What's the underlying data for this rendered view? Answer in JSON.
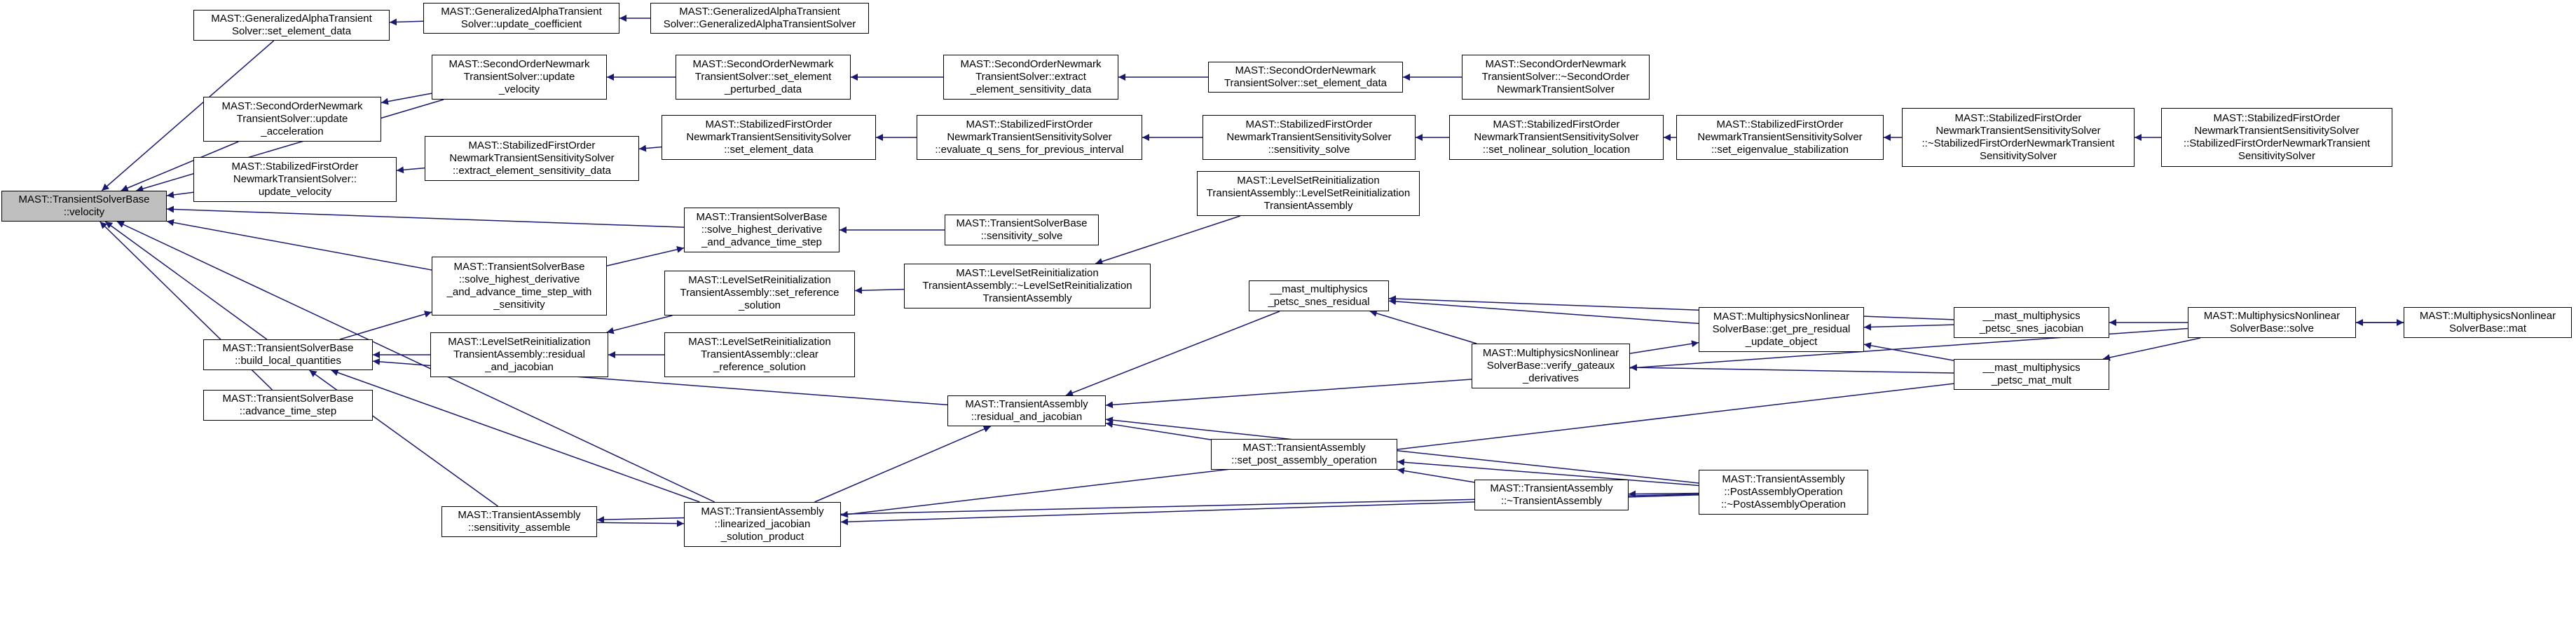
{
  "colors": {
    "edge": "#191970",
    "highlight": "#bfbfbf",
    "border": "#000000"
  },
  "nodes": [
    {
      "id": "tsb_velocity",
      "label": "MAST::TransientSolverBase\n::velocity",
      "highlight": true
    },
    {
      "id": "ga_set_element",
      "label": "MAST::GeneralizedAlphaTransient\nSolver::set_element_data"
    },
    {
      "id": "ga_update_coef",
      "label": "MAST::GeneralizedAlphaTransient\nSolver::update_coefficient"
    },
    {
      "id": "ga_ctor",
      "label": "MAST::GeneralizedAlphaTransient\nSolver::GeneralizedAlphaTransientSolver"
    },
    {
      "id": "sonew_update_vel",
      "label": "MAST::SecondOrderNewmark\nTransientSolver::update\n_velocity"
    },
    {
      "id": "sonew_set_pert",
      "label": "MAST::SecondOrderNewmark\nTransientSolver::set_element\n_perturbed_data"
    },
    {
      "id": "sonew_extract",
      "label": "MAST::SecondOrderNewmark\nTransientSolver::extract\n_element_sensitivity_data"
    },
    {
      "id": "sonew_set_elem",
      "label": "MAST::SecondOrderNewmark\nTransientSolver::set_element_data"
    },
    {
      "id": "sonew_dtor",
      "label": "MAST::SecondOrderNewmark\nTransientSolver::~SecondOrder\nNewmarkTransientSolver"
    },
    {
      "id": "sonew_update_acc",
      "label": "MAST::SecondOrderNewmark\nTransientSolver::update\n_acceleration"
    },
    {
      "id": "sfo_update_vel",
      "label": "MAST::StabilizedFirstOrder\nNewmarkTransientSolver::\nupdate_velocity"
    },
    {
      "id": "sfo_extract",
      "label": "MAST::StabilizedFirstOrder\nNewmarkTransientSensitivitySolver\n::extract_element_sensitivity_data"
    },
    {
      "id": "sfo_set_elem",
      "label": "MAST::StabilizedFirstOrder\nNewmarkTransientSensitivitySolver\n::set_element_data"
    },
    {
      "id": "sfo_eval_q",
      "label": "MAST::StabilizedFirstOrder\nNewmarkTransientSensitivitySolver\n::evaluate_q_sens_for_previous_interval"
    },
    {
      "id": "sfo_sens_solve",
      "label": "MAST::StabilizedFirstOrder\nNewmarkTransientSensitivitySolver\n::sensitivity_solve"
    },
    {
      "id": "sfo_set_nonlin",
      "label": "MAST::StabilizedFirstOrder\nNewmarkTransientSensitivitySolver\n::set_nolinear_solution_location"
    },
    {
      "id": "sfo_set_eig",
      "label": "MAST::StabilizedFirstOrder\nNewmarkTransientSensitivitySolver\n::set_eigenvalue_stabilization"
    },
    {
      "id": "sfo_dtor",
      "label": "MAST::StabilizedFirstOrder\nNewmarkTransientSensitivitySolver\n::~StabilizedFirstOrderNewmarkTransient\nSensitivitySolver"
    },
    {
      "id": "sfo_ctor",
      "label": "MAST::StabilizedFirstOrder\nNewmarkTransientSensitivitySolver\n::StabilizedFirstOrderNewmarkTransient\nSensitivitySolver"
    },
    {
      "id": "tsb_solve_hd",
      "label": "MAST::TransientSolverBase\n::solve_highest_derivative\n_and_advance_time_step"
    },
    {
      "id": "tsb_sens_solve",
      "label": "MAST::TransientSolverBase\n::sensitivity_solve"
    },
    {
      "id": "tsb_solve_hd_sens",
      "label": "MAST::TransientSolverBase\n::solve_highest_derivative\n_and_advance_time_step_with\n_sensitivity"
    },
    {
      "id": "lsr_ctor",
      "label": "MAST::LevelSetReinitialization\nTransientAssembly::LevelSetReinitialization\nTransientAssembly"
    },
    {
      "id": "lsr_set_ref",
      "label": "MAST::LevelSetReinitialization\nTransientAssembly::set_reference\n_solution"
    },
    {
      "id": "lsr_dtor",
      "label": "MAST::LevelSetReinitialization\nTransientAssembly::~LevelSetReinitialization\nTransientAssembly"
    },
    {
      "id": "tsb_build_local",
      "label": "MAST::TransientSolverBase\n::build_local_quantities"
    },
    {
      "id": "lsr_res_jac",
      "label": "MAST::LevelSetReinitialization\nTransientAssembly::residual\n_and_jacobian"
    },
    {
      "id": "lsr_clear_ref",
      "label": "MAST::LevelSetReinitialization\nTransientAssembly::clear\n_reference_solution"
    },
    {
      "id": "tsb_advance",
      "label": "MAST::TransientSolverBase\n::advance_time_step"
    },
    {
      "id": "ta_res_jac",
      "label": "MAST::TransientAssembly\n::residual_and_jacobian"
    },
    {
      "id": "mp_snes_res",
      "label": "__mast_multiphysics\n_petsc_snes_residual"
    },
    {
      "id": "mnsb_get_pre",
      "label": "MAST::MultiphysicsNonlinear\nSolverBase::get_pre_residual\n_update_object"
    },
    {
      "id": "mnsb_verify",
      "label": "MAST::MultiphysicsNonlinear\nSolverBase::verify_gateaux\n_derivatives"
    },
    {
      "id": "mp_snes_jac",
      "label": "__mast_multiphysics\n_petsc_snes_jacobian"
    },
    {
      "id": "mp_mat_mult",
      "label": "__mast_multiphysics\n_petsc_mat_mult"
    },
    {
      "id": "mnsb_solve",
      "label": "MAST::MultiphysicsNonlinear\nSolverBase::solve"
    },
    {
      "id": "mnsb_mat",
      "label": "MAST::MultiphysicsNonlinear\nSolverBase::mat"
    },
    {
      "id": "ta_set_post",
      "label": "MAST::TransientAssembly\n::set_post_assembly_operation"
    },
    {
      "id": "ta_dtor",
      "label": "MAST::TransientAssembly\n::~TransientAssembly"
    },
    {
      "id": "ta_post_dtor",
      "label": "MAST::TransientAssembly\n::PostAssemblyOperation\n::~PostAssemblyOperation"
    },
    {
      "id": "ta_sens_assemble",
      "label": "MAST::TransientAssembly\n::sensitivity_assemble"
    },
    {
      "id": "ta_lin_jac",
      "label": "MAST::TransientAssembly\n::linearized_jacobian\n_solution_product"
    }
  ],
  "edges": [
    [
      "ga_set_element",
      "tsb_velocity"
    ],
    [
      "ga_update_coef",
      "ga_set_element"
    ],
    [
      "ga_ctor",
      "ga_update_coef"
    ],
    [
      "sonew_update_vel",
      "tsb_velocity"
    ],
    [
      "sonew_set_pert",
      "sonew_update_vel"
    ],
    [
      "sonew_extract",
      "sonew_set_pert"
    ],
    [
      "sonew_set_elem",
      "sonew_extract"
    ],
    [
      "sonew_dtor",
      "sonew_set_elem"
    ],
    [
      "sonew_update_acc",
      "tsb_velocity"
    ],
    [
      "sonew_update_vel",
      "sonew_update_acc"
    ],
    [
      "sfo_update_vel",
      "tsb_velocity"
    ],
    [
      "sfo_extract",
      "sfo_update_vel"
    ],
    [
      "sfo_set_elem",
      "sfo_extract"
    ],
    [
      "sfo_eval_q",
      "sfo_set_elem"
    ],
    [
      "sfo_sens_solve",
      "sfo_eval_q"
    ],
    [
      "sfo_set_nonlin",
      "sfo_sens_solve"
    ],
    [
      "sfo_set_eig",
      "sfo_set_nonlin"
    ],
    [
      "sfo_dtor",
      "sfo_set_eig"
    ],
    [
      "sfo_ctor",
      "sfo_dtor"
    ],
    [
      "tsb_solve_hd",
      "tsb_velocity"
    ],
    [
      "tsb_sens_solve",
      "tsb_solve_hd"
    ],
    [
      "tsb_solve_hd_sens",
      "tsb_velocity"
    ],
    [
      "tsb_solve_hd_sens",
      "tsb_solve_hd"
    ],
    [
      "tsb_build_local",
      "tsb_velocity"
    ],
    [
      "tsb_build_local",
      "tsb_solve_hd_sens"
    ],
    [
      "lsr_res_jac",
      "tsb_build_local"
    ],
    [
      "lsr_set_ref",
      "lsr_res_jac"
    ],
    [
      "lsr_dtor",
      "lsr_set_ref"
    ],
    [
      "lsr_ctor",
      "lsr_dtor"
    ],
    [
      "lsr_clear_ref",
      "lsr_res_jac"
    ],
    [
      "tsb_advance",
      "tsb_velocity"
    ],
    [
      "ta_res_jac",
      "tsb_build_local"
    ],
    [
      "mp_snes_res",
      "ta_res_jac"
    ],
    [
      "mnsb_get_pre",
      "mp_snes_res"
    ],
    [
      "mnsb_verify",
      "mp_snes_res"
    ],
    [
      "mnsb_verify",
      "mnsb_get_pre"
    ],
    [
      "mp_snes_jac",
      "mp_snes_res"
    ],
    [
      "mp_snes_jac",
      "mnsb_get_pre"
    ],
    [
      "mnsb_solve",
      "mp_snes_jac"
    ],
    [
      "mnsb_solve",
      "ta_res_jac"
    ],
    [
      "mnsb_mat",
      "mnsb_solve"
    ],
    [
      "mp_mat_mult",
      "mnsb_get_pre"
    ],
    [
      "mp_mat_mult",
      "mnsb_verify"
    ],
    [
      "mnsb_solve",
      "mp_mat_mult"
    ],
    [
      "mp_mat_mult",
      "ta_lin_jac"
    ],
    [
      "mnsb_solve",
      "mnsb_mat"
    ],
    [
      "ta_set_post",
      "ta_res_jac"
    ],
    [
      "ta_dtor",
      "ta_set_post"
    ],
    [
      "ta_post_dtor",
      "ta_set_post"
    ],
    [
      "ta_post_dtor",
      "ta_dtor"
    ],
    [
      "ta_post_dtor",
      "ta_res_jac"
    ],
    [
      "ta_post_dtor",
      "ta_lin_jac"
    ],
    [
      "ta_post_dtor",
      "ta_sens_assemble"
    ],
    [
      "ta_lin_jac",
      "ta_res_jac"
    ],
    [
      "ta_lin_jac",
      "tsb_build_local"
    ],
    [
      "ta_sens_assemble",
      "tsb_build_local"
    ],
    [
      "ta_sens_assemble",
      "ta_lin_jac"
    ],
    [
      "ta_lin_jac",
      "tsb_velocity"
    ]
  ]
}
